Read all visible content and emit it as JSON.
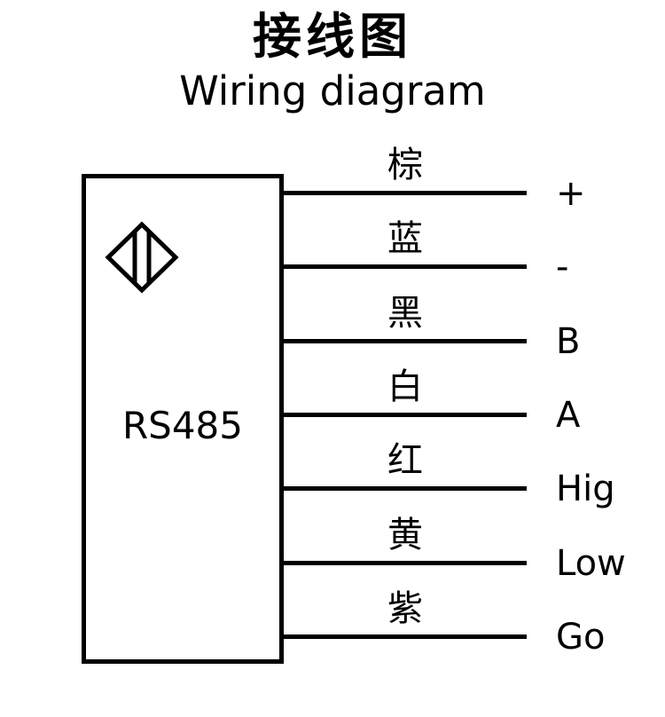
{
  "page": {
    "title_zh": "接线图",
    "title_en": "Wiring diagram"
  },
  "device": {
    "label": "RS485",
    "symbol_icon": "proximity-sensor-icon"
  },
  "wires": [
    {
      "color_zh": "棕",
      "terminal": "+"
    },
    {
      "color_zh": "蓝",
      "terminal": "-"
    },
    {
      "color_zh": "黑",
      "terminal": "B"
    },
    {
      "color_zh": "白",
      "terminal": "A"
    },
    {
      "color_zh": "红",
      "terminal": "Hig"
    },
    {
      "color_zh": "黄",
      "terminal": "Low"
    },
    {
      "color_zh": "紫",
      "terminal": "Go"
    }
  ],
  "colors": {
    "ink": "#000000",
    "background": "#ffffff"
  }
}
